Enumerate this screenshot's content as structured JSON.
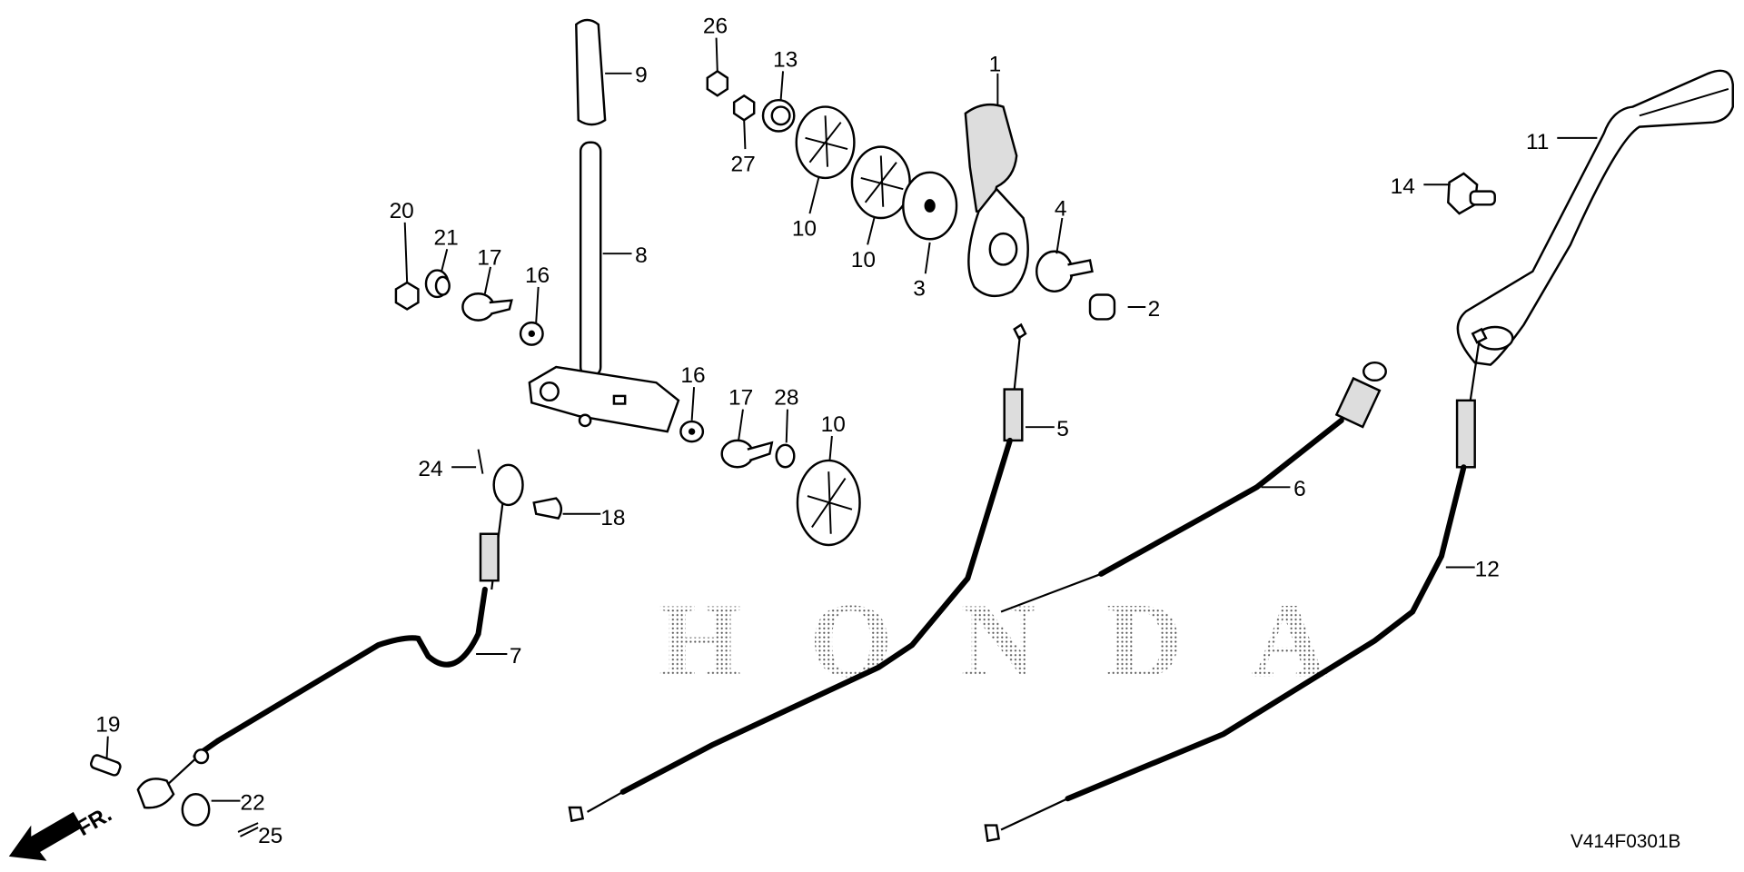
{
  "diagram": {
    "watermark": "HONDA",
    "diagram_code": "V414F0301B",
    "direction_label": "FR.",
    "callouts": [
      "1",
      "2",
      "3",
      "4",
      "5",
      "6",
      "7",
      "8",
      "9",
      "10",
      "10",
      "10",
      "11",
      "12",
      "13",
      "14",
      "16",
      "16",
      "17",
      "17",
      "18",
      "19",
      "20",
      "21",
      "22",
      "24",
      "25",
      "26",
      "27",
      "28"
    ]
  }
}
